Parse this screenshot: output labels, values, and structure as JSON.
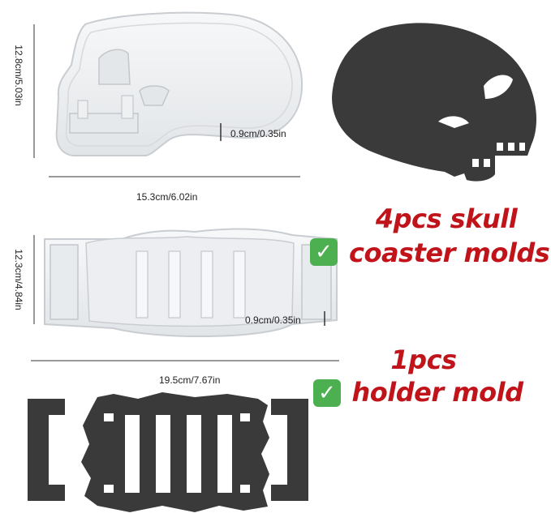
{
  "dimensions": {
    "skull_height": "12.8cm/5.03in",
    "skull_depth": "0.9cm/0.35in",
    "skull_width": "15.3cm/6.02in",
    "holder_height": "12.3cm/4.84in",
    "holder_depth": "0.9cm/0.35in",
    "holder_width": "19.5cm/7.67in"
  },
  "promo": {
    "coaster_line1": "4pcs skull",
    "coaster_line2": "coaster molds",
    "holder_line1": "1pcs",
    "holder_line2": "holder mold"
  },
  "icons": {
    "check_glyph": "✓"
  },
  "colors": {
    "promo_text": "#c0141a",
    "promo_outline": "#ffffff",
    "silicone_mold": "#eef0f2",
    "silicone_edge": "#c9cdd2",
    "dark_coaster": "#3a3a3a",
    "check_green": "#4caf50"
  }
}
